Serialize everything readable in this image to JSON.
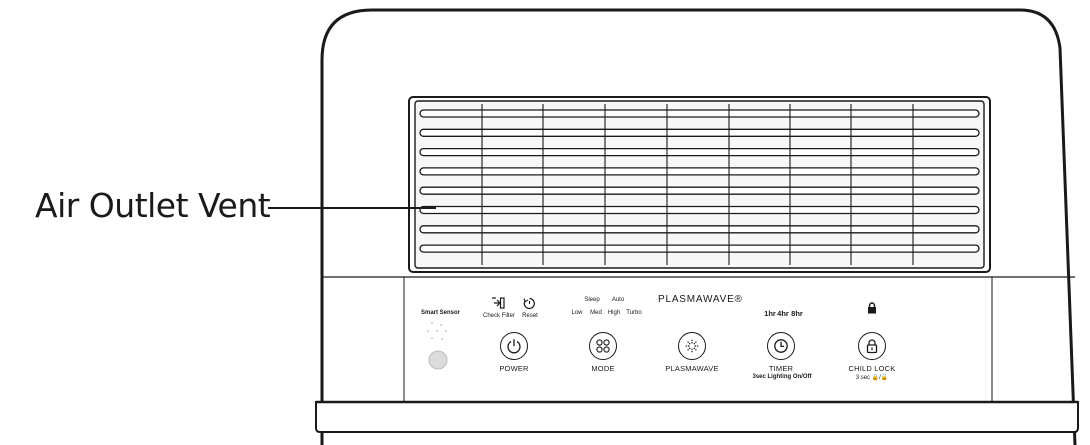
{
  "callout": {
    "label": "Air Outlet Vent"
  },
  "control_panel": {
    "smart_sensor_label": "Smart Sensor",
    "filter": {
      "check_filter_label": "Check Filter",
      "reset_label": "Reset",
      "icons": [
        "filter-icon",
        "reset-icon"
      ]
    },
    "mode_levels": {
      "row1": [
        "Sleep",
        "Auto"
      ],
      "row2": [
        "Low",
        "Med",
        "High",
        "Turbo"
      ]
    },
    "brand": "PLASMAWAVE®",
    "timer_levels": [
      "1hr",
      "4hr",
      "8hr"
    ],
    "buttons": [
      {
        "id": "power",
        "label": "POWER",
        "icon": "power-icon"
      },
      {
        "id": "mode",
        "label": "MODE",
        "icon": "mode-grid-icon"
      },
      {
        "id": "plasmawave",
        "label": "PLASMAWAVE",
        "icon": "plasmawave-icon"
      },
      {
        "id": "timer",
        "label": "TIMER",
        "icon": "clock-icon",
        "sublabel": "3sec Lighting On/Off"
      },
      {
        "id": "child_lock",
        "label": "CHILD LOCK",
        "icon": "lock-icon",
        "sublabel": "3 sec 🔒/🔓"
      }
    ]
  },
  "colors": {
    "outline": "#1a1a1a",
    "vent_fill": "#f5f5f5",
    "sensor_dot": "#dcdcdc"
  }
}
